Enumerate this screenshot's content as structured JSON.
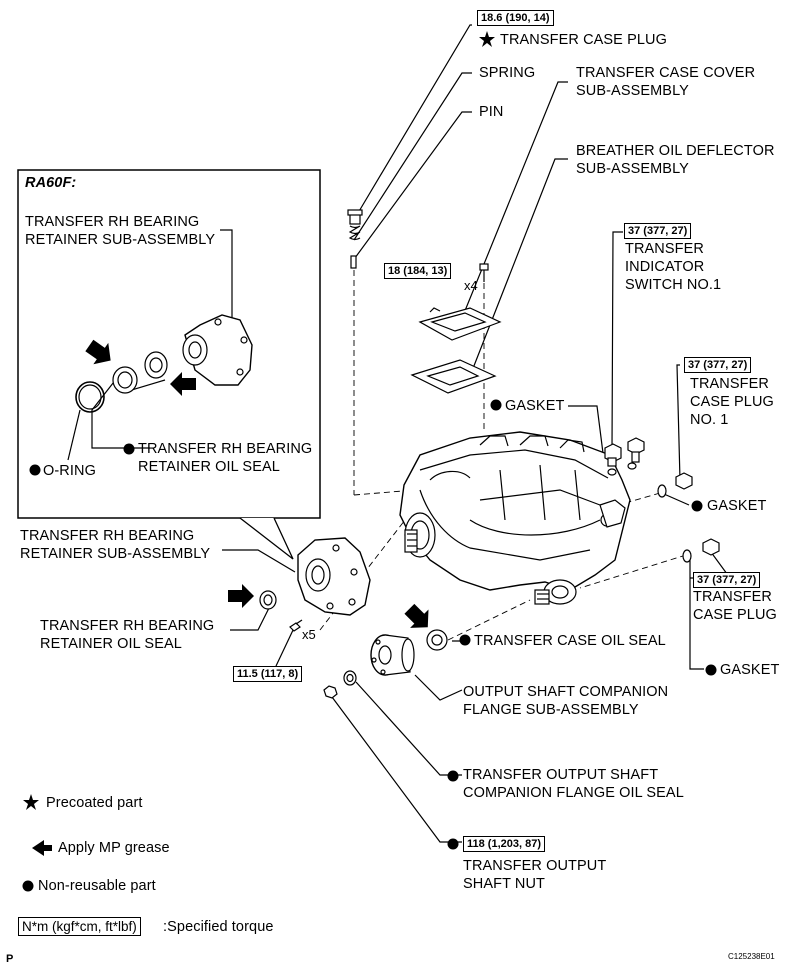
{
  "torques": {
    "plug_top": "18.6 (190, 14)",
    "cover_bolt": "18 (184, 13)",
    "switch": "37 (377, 27)",
    "plug_no1": "37 (377, 27)",
    "plug": "37 (377, 27)",
    "retainer_bolt": "11.5 (117, 8)",
    "nut": "118 (1,203, 87)"
  },
  "qty": {
    "cover_bolt": "x4",
    "retainer_bolt": "x5"
  },
  "labels": {
    "transfer_case_plug_top": "TRANSFER CASE PLUG",
    "spring": "SPRING",
    "pin": "PIN",
    "cover": [
      "TRANSFER CASE COVER",
      "SUB-ASSEMBLY"
    ],
    "breather": [
      "BREATHER OIL DEFLECTOR",
      "SUB-ASSEMBLY"
    ],
    "switch": [
      "TRANSFER",
      "INDICATOR",
      "SWITCH NO.1"
    ],
    "plug_no1": [
      "TRANSFER",
      "CASE PLUG",
      "NO. 1"
    ],
    "gasket_cover": "GASKET",
    "gasket_plug_no1": "GASKET",
    "plug": [
      "TRANSFER",
      "CASE PLUG"
    ],
    "gasket_plug": "GASKET",
    "case_oil_seal": "TRANSFER CASE OIL SEAL",
    "flange": [
      "OUTPUT SHAFT COMPANION",
      "FLANGE SUB-ASSEMBLY"
    ],
    "flange_seal": [
      "TRANSFER OUTPUT SHAFT",
      "COMPANION FLANGE OIL SEAL"
    ],
    "nut": [
      "TRANSFER OUTPUT",
      "SHAFT NUT"
    ],
    "retainer": [
      "TRANSFER RH BEARING",
      "RETAINER SUB-ASSEMBLY"
    ],
    "retainer_seal": [
      "TRANSFER RH BEARING",
      "RETAINER OIL SEAL"
    ]
  },
  "inset": {
    "title": "RA60F:",
    "retainer": [
      "TRANSFER RH BEARING",
      "RETAINER SUB-ASSEMBLY"
    ],
    "seal": [
      "TRANSFER RH BEARING",
      "RETAINER OIL SEAL"
    ],
    "oring": "O-RING"
  },
  "legend": {
    "precoated": "Precoated part",
    "grease": "Apply MP grease",
    "nonreusable": "Non-reusable part",
    "torque_box": "N*m (kgf*cm, ft*lbf)",
    "torque_text": ":Specified torque"
  },
  "footer": {
    "page_letter": "P",
    "code": "C125238E01"
  }
}
